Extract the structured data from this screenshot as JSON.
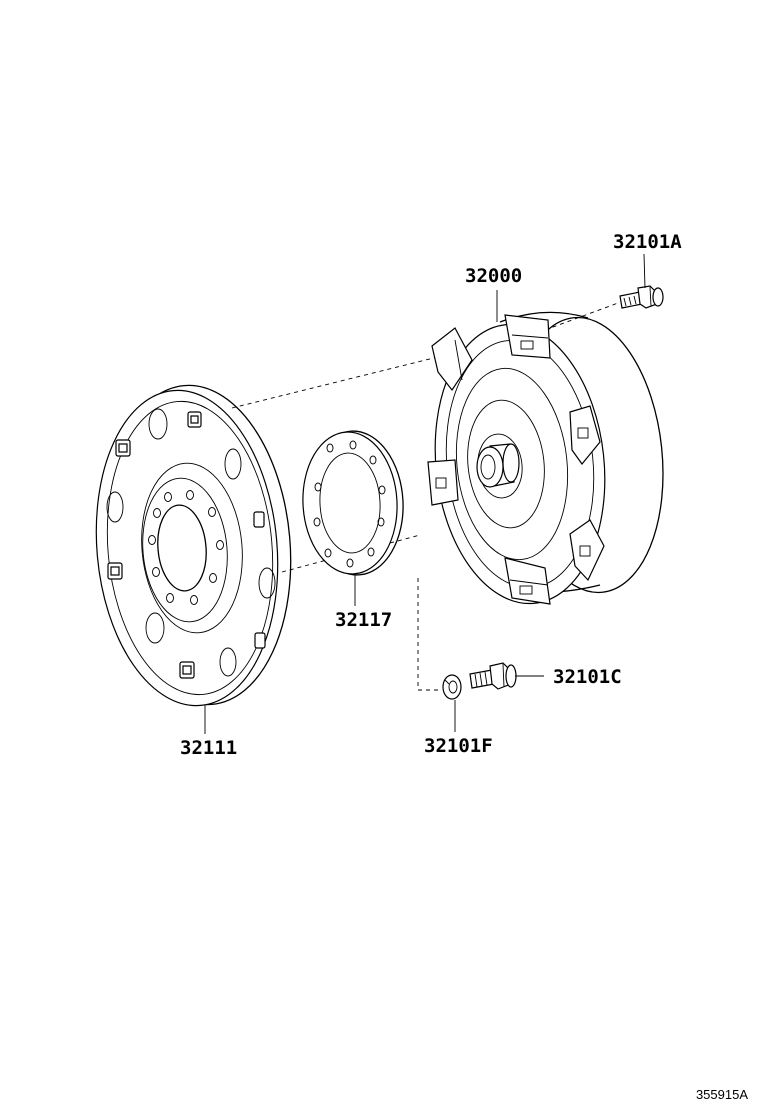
{
  "labels": {
    "bolt_a": "32101A",
    "converter": "32000",
    "drive_plate": "32111",
    "spacer": "32117",
    "bolt_c": "32101C",
    "washer_f": "32101F"
  },
  "drawing_ref": "355915A"
}
